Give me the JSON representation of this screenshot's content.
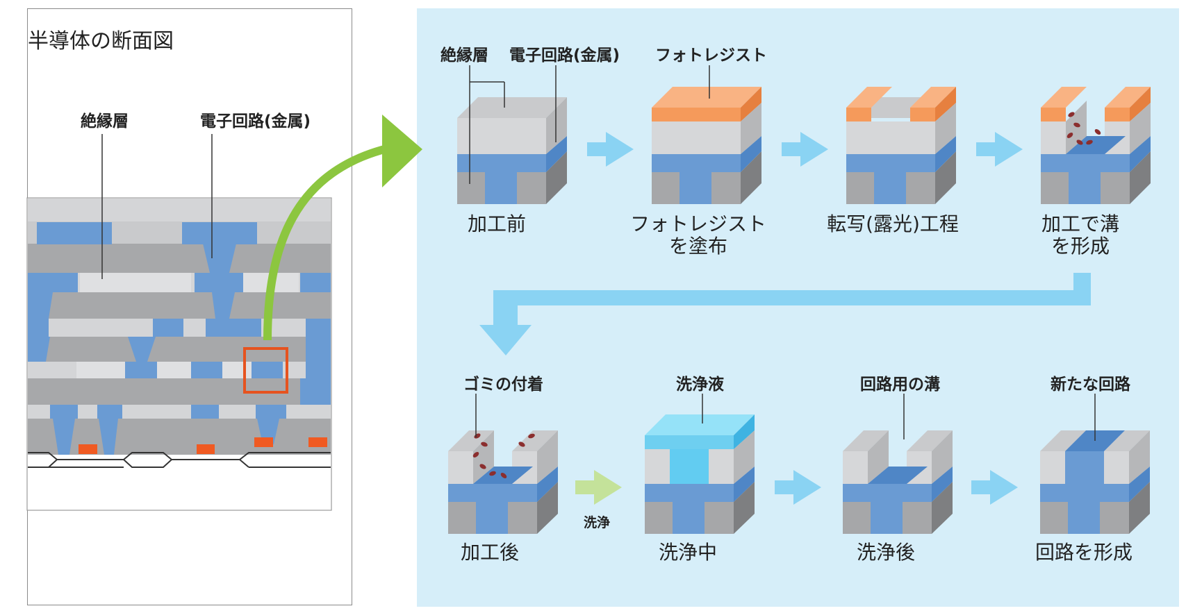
{
  "left": {
    "title": "半導体の断面図",
    "label_insulator": "絶縁層",
    "label_circuit": "電子回路(金属)"
  },
  "top_row": {
    "label_insulator": "絶縁層",
    "label_circuit": "電子回路(金属)",
    "label_photoresist": "フォトレジスト",
    "steps": [
      {
        "line1": "加工前",
        "line2": ""
      },
      {
        "line1": "フォトレジスト",
        "line2": "を塗布"
      },
      {
        "line1": "転写(露光)工程",
        "line2": ""
      },
      {
        "line1": "加工で溝",
        "line2": "を形成"
      }
    ]
  },
  "bottom_row": {
    "callouts": [
      "ゴミの付着",
      "洗浄液",
      "回路用の溝",
      "新たな回路"
    ],
    "wash_label": "洗浄",
    "steps": [
      "加工後",
      "洗浄中",
      "洗浄後",
      "回路を形成"
    ]
  },
  "colors": {
    "insulator": "#d6d7d9",
    "metal": "#6a9bd3",
    "substrate": "#a6a7a9",
    "photoresist": "#f59a5b",
    "panel_bg": "#d6eef9",
    "arrow": "#8ad3f3",
    "green_arrow": "#8cc63f",
    "highlight": "#e6531f",
    "wash_arrow": "#c4e29a",
    "debris": "#8b2e2e",
    "liquid": "#55c8ef"
  }
}
